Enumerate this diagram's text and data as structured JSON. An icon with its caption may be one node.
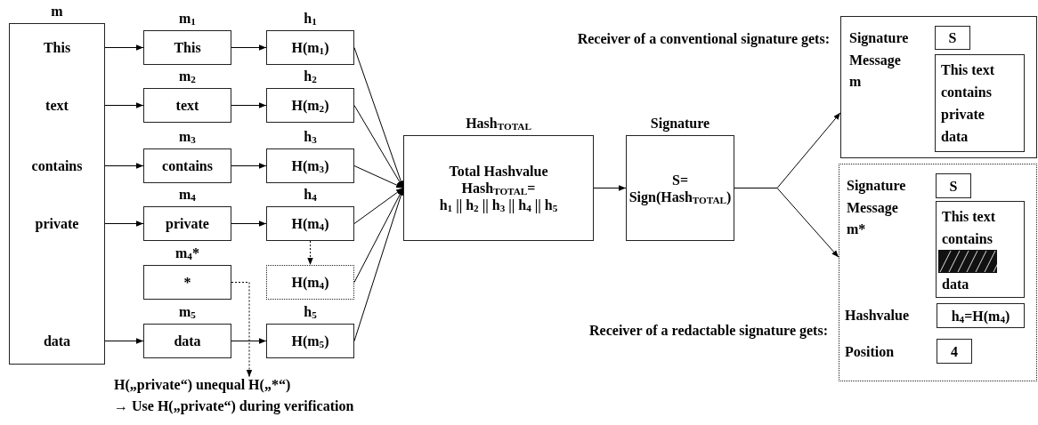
{
  "diagram": {
    "nodes": [
      {
        "text": [
          "m",
          "This",
          "text",
          "contains",
          "private",
          "data"
        ]
      },
      {
        "text": [
          "m$_{1}$",
          "This"
        ]
      },
      {
        "text": [
          "m$_{2}$",
          "text"
        ]
      },
      {
        "text": [
          "m$_{3}$",
          "contains"
        ]
      },
      {
        "text": [
          "m$_{4}$",
          "private"
        ]
      },
      {
        "text": [
          "m$_{4}$*",
          "*"
        ]
      },
      {
        "text": [
          "m$_{5}$",
          "data"
        ]
      },
      {
        "text": [
          "h$_{1}$",
          "H(m$_{1}$)"
        ]
      },
      {
        "text": [
          "h$_{2}$",
          "H(m$_{2}$)"
        ]
      },
      {
        "text": [
          "h$_{3}$",
          "H(m$_{3}$)"
        ]
      },
      {
        "text": [
          "h$_{4}$",
          "H(m$_{4}$)"
        ]
      },
      {
        "text": [
          "H(m$_{4}$)"
        ]
      },
      {
        "text": [
          "h$_{5}$",
          "H(m$_{5}$)"
        ]
      },
      {
        "text": [
          "Hash$_{TOTAL}$",
          "Total Hashvalue",
          "Hash$_{TOTAL}$=",
          "h$_{1}$ || h$_{2}$ || h$_{3}$ || h$_{4}$ || h$_{5}$"
        ]
      },
      {
        "text": [
          "Signature",
          "S= Sign(Hash$_{TOTAL}$)"
        ]
      },
      {
        "text": [
          "Signature",
          "Message m"
        ]
      },
      {
        "text": [
          "S"
        ],
        "in": 15
      },
      {
        "text": [
          "This text contains private data"
        ],
        "in": 15
      },
      {
        "text": [
          "Signature",
          "Message m*",
          "Hashvalue",
          "Position"
        ]
      },
      {
        "text": [
          "S"
        ],
        "in": 18
      },
      {
        "text": [
          "This text contains",
          "data"
        ],
        "in": 18
      },
      {
        "text": [
          "h$_{4}$=H(m$_{4}$)"
        ],
        "in": 18
      },
      {
        "text": [
          "4"
        ],
        "in": 18
      },
      {
        "text": [
          "H(„private“) unequal H(„*“)",
          "→ Use H(„private“) during verification"
        ]
      }
    ],
    "edges": [
      {
        "from": 0,
        "to": 1,
        "arrow": "to"
      },
      {
        "from": 0,
        "to": 2,
        "arrow": "to"
      },
      {
        "from": 0,
        "to": 3,
        "arrow": "to"
      },
      {
        "from": 0,
        "to": 4,
        "arrow": "to"
      },
      {
        "from": 0,
        "to": 6,
        "arrow": "to"
      },
      {
        "from": 1,
        "to": 7,
        "arrow": "to"
      },
      {
        "from": 2,
        "to": 8,
        "arrow": "to"
      },
      {
        "from": 3,
        "to": 9,
        "arrow": "to"
      },
      {
        "from": 4,
        "to": 10,
        "arrow": "to"
      },
      {
        "from": 10,
        "to": 11,
        "arrow": "to",
        "style": "dashed"
      },
      {
        "from": 5,
        "to": 23,
        "arrow": "to",
        "style": "dashed"
      },
      {
        "from": 6,
        "to": 12,
        "arrow": "to"
      },
      {
        "from": 7,
        "to": 13,
        "arrow": "to"
      },
      {
        "from": 8,
        "to": 13,
        "arrow": "to"
      },
      {
        "from": 9,
        "to": 13,
        "arrow": "to"
      },
      {
        "from": 10,
        "to": 13,
        "arrow": "to"
      },
      {
        "from": 11,
        "to": 13,
        "arrow": "to"
      },
      {
        "from": 12,
        "to": 13,
        "arrow": "to"
      },
      {
        "from": 13,
        "to": 14,
        "arrow": "to"
      },
      {
        "from": 14,
        "to": 15,
        "arrow": "to"
      },
      {
        "from": 14,
        "to": 18,
        "arrow": "to"
      }
    ],
    "labels": [
      "Receiver of a conventional signature gets:",
      "Receiver of a redactable signature gets:"
    ]
  }
}
